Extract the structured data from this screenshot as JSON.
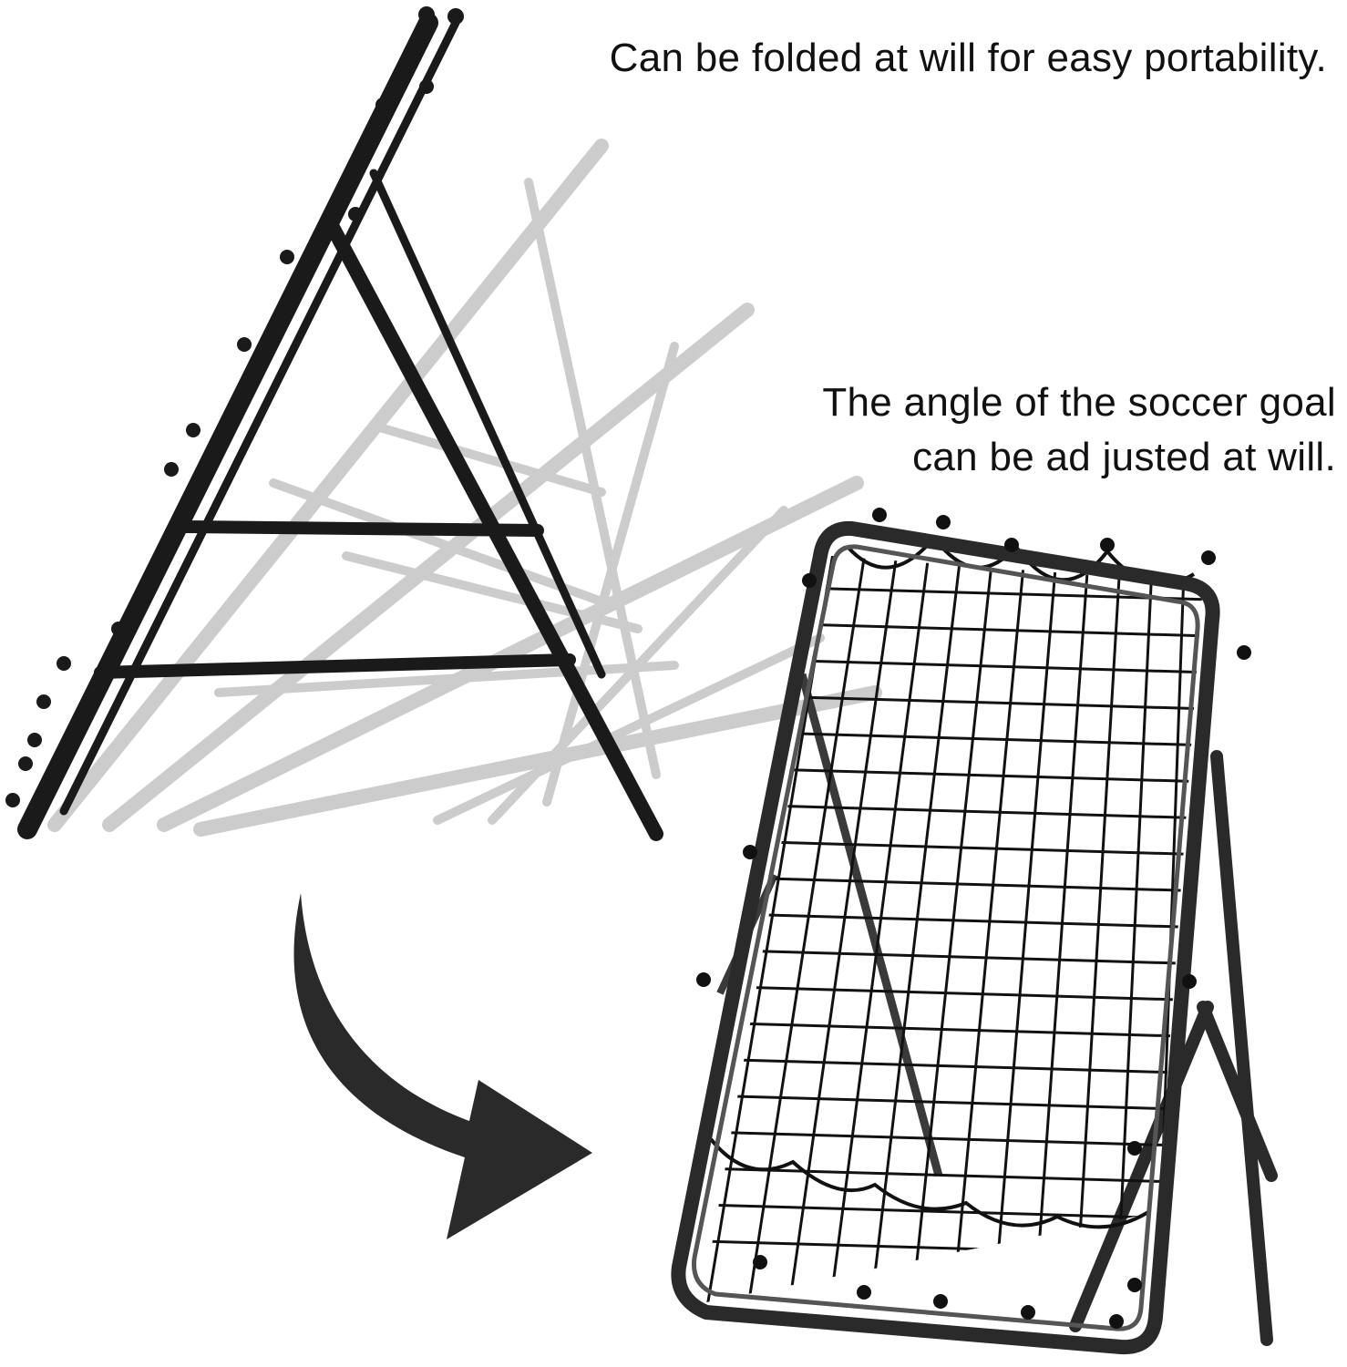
{
  "captions": {
    "fold": "Can be folded at will for easy portability.",
    "angle_line1": "The angle of the soccer goal",
    "angle_line2": "can be ad justed at will."
  },
  "colors": {
    "background": "#ffffff",
    "frame": "#1a1a1a",
    "ghost_frame": "#bdbdbd",
    "arrow": "#2a2a2a",
    "net": "#1a1a1a"
  },
  "illustrations": {
    "folded_frame": "folded-a-frame-illustration",
    "ghost_frames": "fold-motion-ghost-frames",
    "arrow": "curved-arrow-icon",
    "rebounder": "open-rebounder-net-illustration"
  }
}
